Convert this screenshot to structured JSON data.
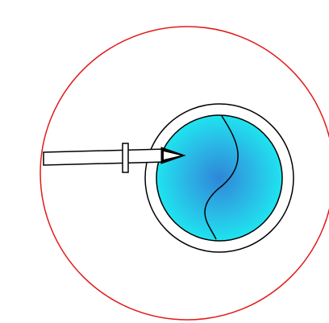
{
  "colors": {
    "background": "#ffffff",
    "outer_circle": "#e21a1a",
    "outline": "#000000",
    "core_center": "#2f86d8",
    "core_mid": "#2ab8e6",
    "core_edge": "#1fe4ef"
  },
  "diagram": {
    "elements": [
      "outer-circle",
      "cell-membrane",
      "nucleus",
      "wavy-line",
      "pipette"
    ]
  }
}
